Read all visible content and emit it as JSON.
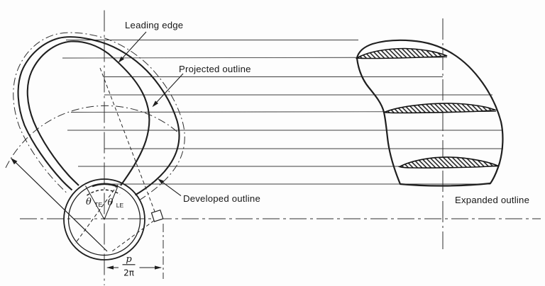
{
  "figure": {
    "annotations": {
      "leading_edge": {
        "label": "Leading edge"
      },
      "projected_outline": {
        "label": "Projected outline"
      },
      "developed_outline": {
        "label": "Developed outline"
      },
      "expanded_outline": {
        "label": "Expanded outline"
      }
    },
    "hub": {
      "theta_symbol": "θ",
      "trailing_edge_subscript": "TE",
      "leading_edge_subscript": "LE"
    },
    "pitch_dimension": {
      "numerator": "p",
      "denominator": "2π"
    },
    "colors": {
      "ink": "#1f1f1f",
      "thin_line": "#3d3d3d",
      "background": "#fdfdfd"
    }
  }
}
